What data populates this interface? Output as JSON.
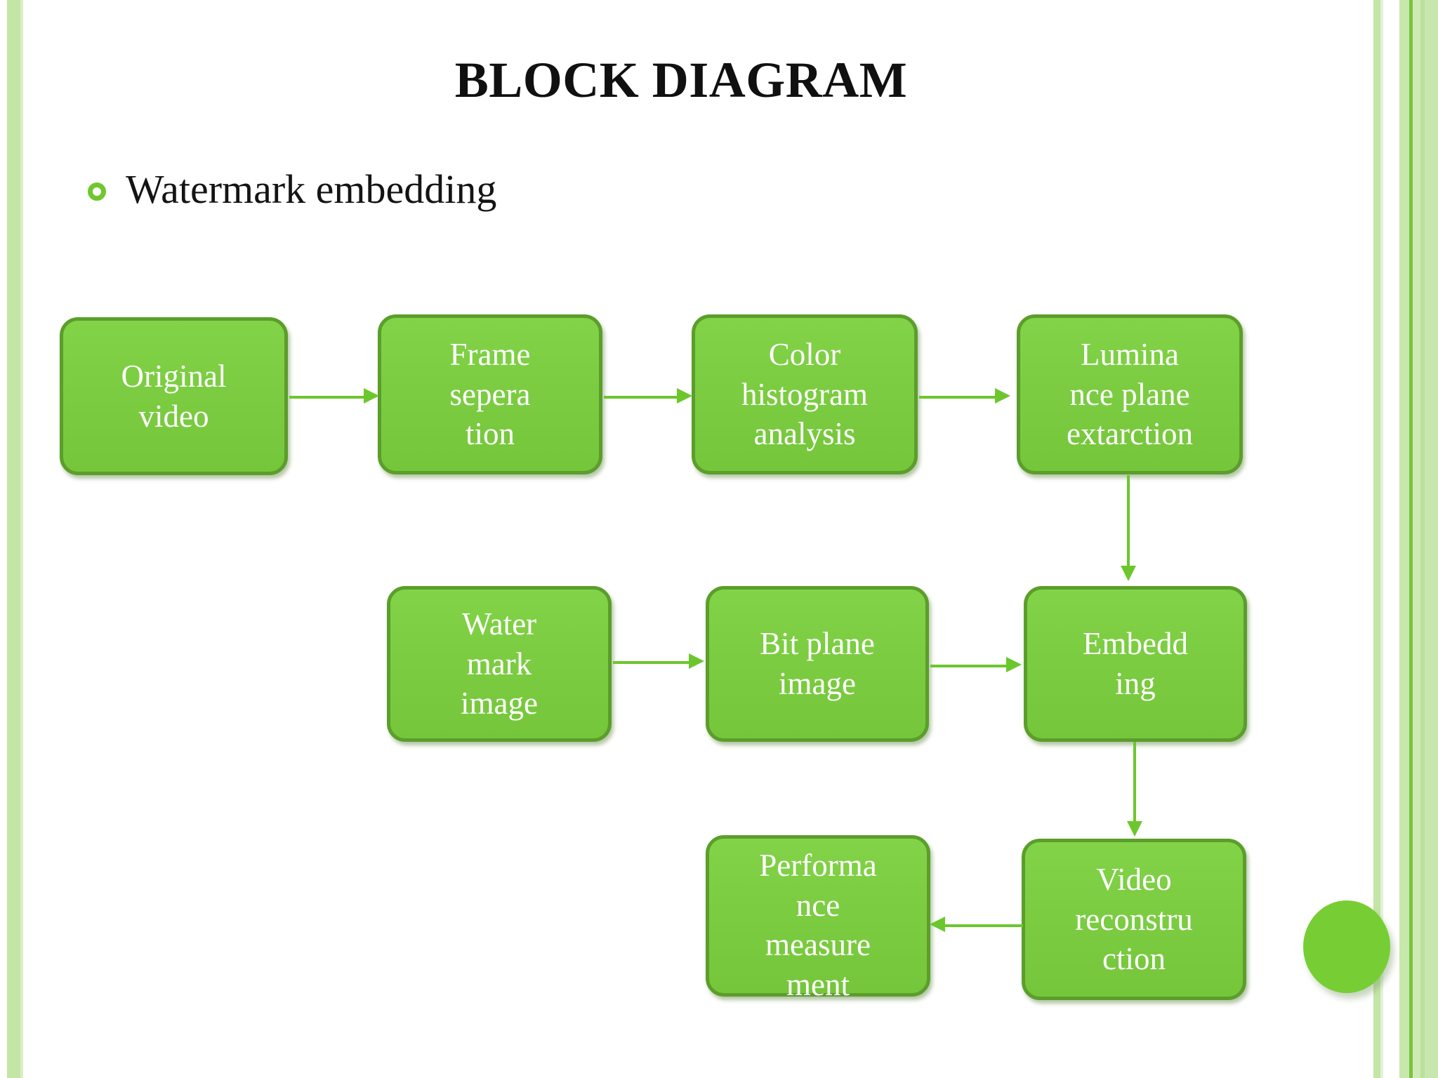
{
  "slide": {
    "title": "BLOCK DIAGRAM",
    "bullet": {
      "icon": "ring-bullet-icon",
      "text": "Watermark embedding"
    }
  },
  "diagram": {
    "type": "flowchart",
    "nodes": [
      {
        "id": "original-video",
        "label": "Original\nvideo",
        "row": 1,
        "col": 1
      },
      {
        "id": "frame-separation",
        "label": "Frame\nsepera\ntion",
        "row": 1,
        "col": 2
      },
      {
        "id": "color-histogram",
        "label": "Color\nhistogram\nanalysis",
        "row": 1,
        "col": 3
      },
      {
        "id": "luminance-extraction",
        "label": "Lumina\nnce plane\nextarction",
        "row": 1,
        "col": 4
      },
      {
        "id": "watermark-image",
        "label": "Water\nmark\nimage",
        "row": 2,
        "col": 2
      },
      {
        "id": "bit-plane-image",
        "label": "Bit plane\nimage",
        "row": 2,
        "col": 3
      },
      {
        "id": "embedding",
        "label": "Embedd\ning",
        "row": 2,
        "col": 4
      },
      {
        "id": "performance-measure",
        "label": "Performa\nnce\nmeasure\nment",
        "row": 3,
        "col": 3
      },
      {
        "id": "video-reconstruction",
        "label": "Video\nreconstru\nction",
        "row": 3,
        "col": 4
      }
    ],
    "edges": [
      {
        "from": "original-video",
        "to": "frame-separation",
        "direction": "right"
      },
      {
        "from": "frame-separation",
        "to": "color-histogram",
        "direction": "right"
      },
      {
        "from": "color-histogram",
        "to": "luminance-extraction",
        "direction": "right"
      },
      {
        "from": "luminance-extraction",
        "to": "embedding",
        "direction": "down"
      },
      {
        "from": "watermark-image",
        "to": "bit-plane-image",
        "direction": "right"
      },
      {
        "from": "bit-plane-image",
        "to": "embedding",
        "direction": "right"
      },
      {
        "from": "embedding",
        "to": "video-reconstruction",
        "direction": "down"
      },
      {
        "from": "video-reconstruction",
        "to": "performance-measure",
        "direction": "left"
      }
    ]
  },
  "colors": {
    "node_fill": "#7ccd42",
    "node_border": "#5b9e2b",
    "node_text": "#ffffff",
    "connector": "#6cc72c",
    "bullet": "#6fc72e",
    "accent_circle": "#76ce34",
    "edge_band_light": "#c3e5a5",
    "edge_band_strong": "#78c341",
    "background": "#ffffff",
    "title_text": "#101010"
  },
  "decor": {
    "corner_circle": "accent-circle",
    "left_band": "left-edge-band",
    "right_band": "right-edge-band"
  }
}
